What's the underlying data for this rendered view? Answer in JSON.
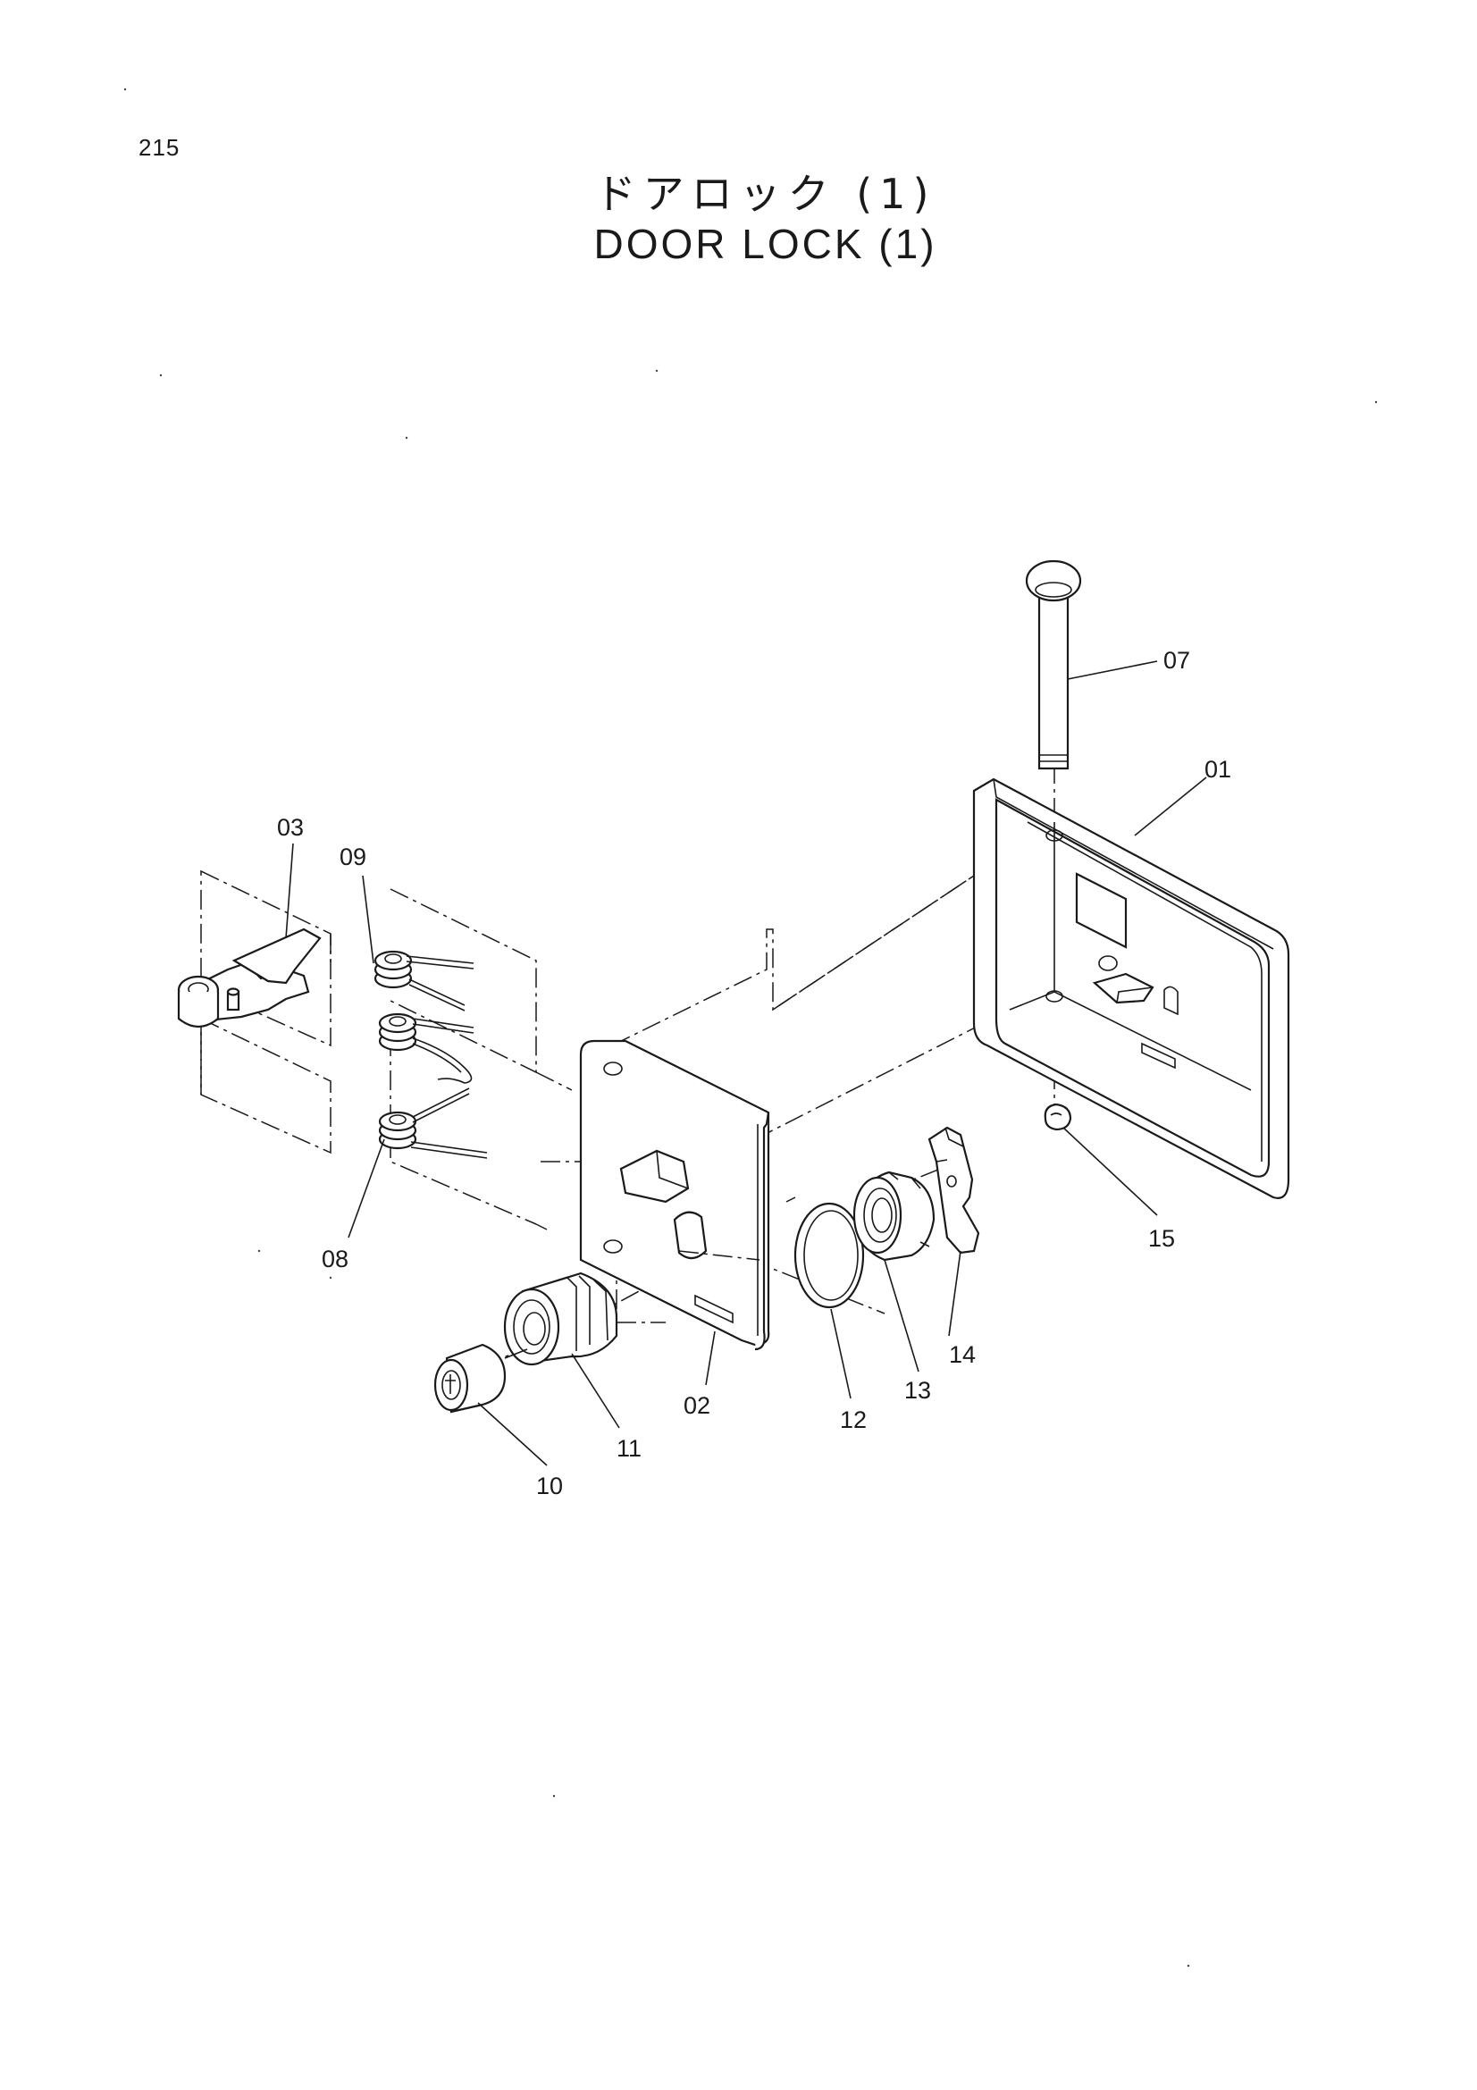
{
  "page": {
    "number": "215"
  },
  "title": {
    "japanese": "ドアロック (1)",
    "english": "DOOR LOCK (1)"
  },
  "parts": [
    {
      "id": "p01",
      "label": "01"
    },
    {
      "id": "p02",
      "label": "02"
    },
    {
      "id": "p03",
      "label": "03"
    },
    {
      "id": "p07",
      "label": "07"
    },
    {
      "id": "p08",
      "label": "08"
    },
    {
      "id": "p09",
      "label": "09"
    },
    {
      "id": "p10",
      "label": "10"
    },
    {
      "id": "p11",
      "label": "11"
    },
    {
      "id": "p12",
      "label": "12"
    },
    {
      "id": "p13",
      "label": "13"
    },
    {
      "id": "p14",
      "label": "14"
    },
    {
      "id": "p15",
      "label": "15"
    }
  ]
}
